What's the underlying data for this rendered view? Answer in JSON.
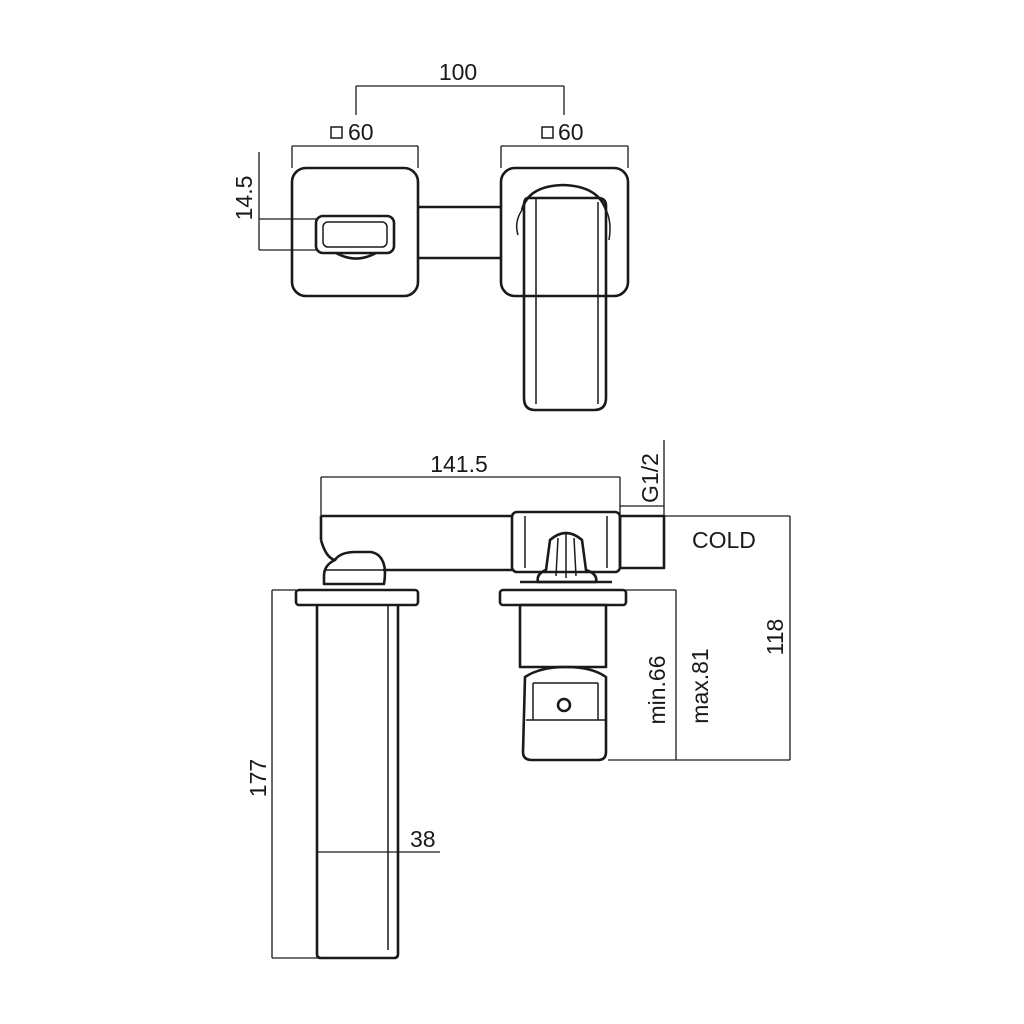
{
  "top_view": {
    "spacing": "100",
    "left_plate_size": "60",
    "right_plate_size": "60",
    "spout_offset": "14.5"
  },
  "front_view": {
    "spout_reach": "141.5",
    "connection": "G1/2",
    "inlet_label": "COLD",
    "total_height": "118",
    "handle_min": "min.66",
    "handle_max": "max.81",
    "spout_length": "177",
    "spout_width": "38"
  }
}
